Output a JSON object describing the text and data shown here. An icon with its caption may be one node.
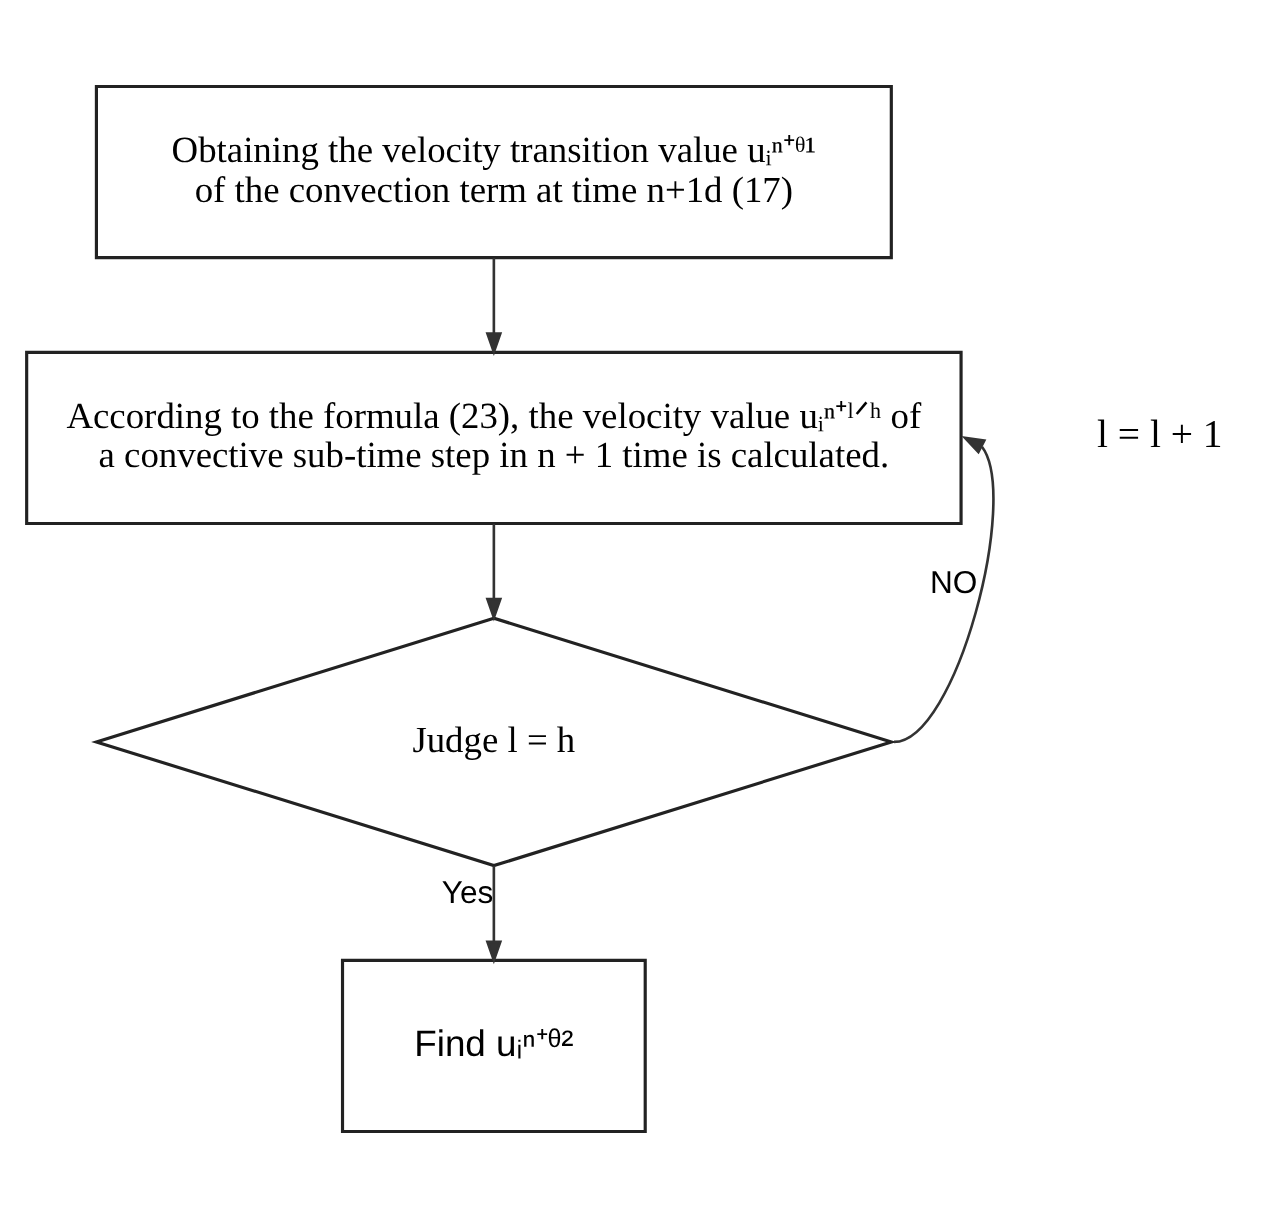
{
  "diagram": {
    "nodes": [
      {
        "text": [
          "Obtaining the velocity transition value uᵢⁿ⁺ᶿ¹ of the convection term at time n+1d (17)"
        ]
      },
      {
        "text": [
          "According to the formula (23), the velocity value uᵢⁿ⁺ˡᐟʰ of a convective sub-time step in n + 1 time is calculated."
        ]
      },
      {
        "text": [
          "Judge l = h"
        ]
      },
      {
        "text": [
          "Find uᵢⁿ⁺ᶿ²"
        ]
      }
    ],
    "edges": [
      {
        "from": 0,
        "to": 1,
        "arrow": "to"
      },
      {
        "from": 1,
        "to": 2,
        "arrow": "to"
      },
      {
        "from": 2,
        "to": 3,
        "arrow": "to",
        "label": "Yes"
      },
      {
        "from": 2,
        "to": 1,
        "arrow": "to",
        "label": "NO"
      }
    ],
    "labels": [
      "l = l + 1"
    ]
  }
}
